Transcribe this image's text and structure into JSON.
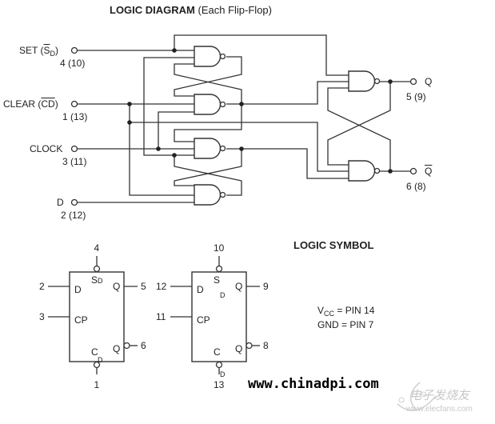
{
  "title": {
    "bold": "LOGIC DIAGRAM",
    "rest": "(Each Flip-Flop)"
  },
  "inputs": {
    "set": {
      "label": "SET (",
      "bar": "S",
      "sub": "D",
      "close": ")",
      "pins": "4 (10)"
    },
    "clear": {
      "label": "CLEAR (",
      "bar": "CD",
      "close": ")",
      "pins": "1 (13)"
    },
    "clock": {
      "label": "CLOCK",
      "pins": "3 (11)"
    },
    "d": {
      "label": "D",
      "pins": "2 (12)"
    }
  },
  "outputs": {
    "q": {
      "label": "Q",
      "pins": "5 (9)"
    },
    "qbar": {
      "label": "Q",
      "pins": "6 (8)"
    }
  },
  "symbol": {
    "title": "LOGIC SYMBOL",
    "pin_labels": {
      "d": "D",
      "s": "S",
      "sd_sub": "D",
      "q": "Q",
      "cp": "CP",
      "c": "C",
      "cd_sub": "D",
      "qn": "Q"
    },
    "ff1": {
      "sd": "4",
      "d": "2",
      "cp": "3",
      "q": "5",
      "qn": "6",
      "cd": "1"
    },
    "ff2": {
      "sd": "10",
      "d": "12",
      "cp": "11",
      "q": "9",
      "qn": "8",
      "cd": "13"
    },
    "vcc": {
      "v": "V",
      "sub": "CC",
      "rest": " = PIN 14"
    },
    "gnd": "GND = PIN 7"
  },
  "watermark": {
    "site": "www.chinadpi.com",
    "logo_cn": "电子发烧友",
    "logo_url": "www.elecfans.com"
  }
}
